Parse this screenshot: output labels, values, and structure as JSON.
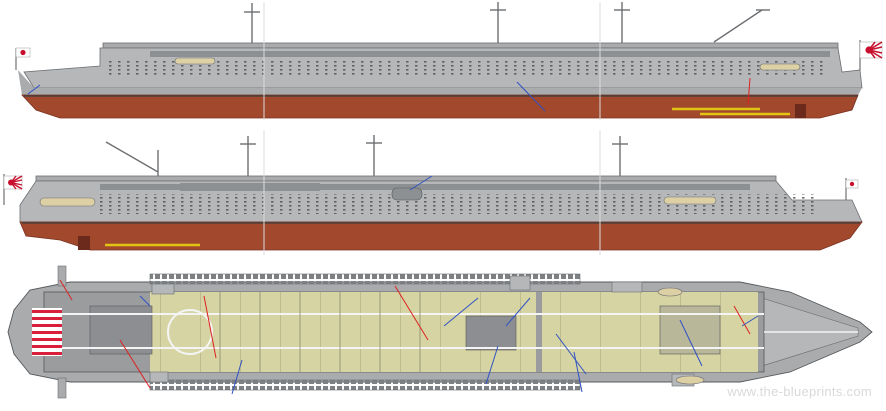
{
  "watermark": "www.the-blueprints.com",
  "colors": {
    "hull_grey": "#b5b7b9",
    "hull_dark": "#8d9093",
    "bottom_red": "#a2482c",
    "bottom_dark": "#7a3220",
    "deck_wood": "#d6d4a2",
    "deck_steel": "#9a9c9e",
    "flag_red": "#c8102e"
  },
  "views": [
    "starboard-profile",
    "port-profile",
    "flight-deck-plan"
  ]
}
